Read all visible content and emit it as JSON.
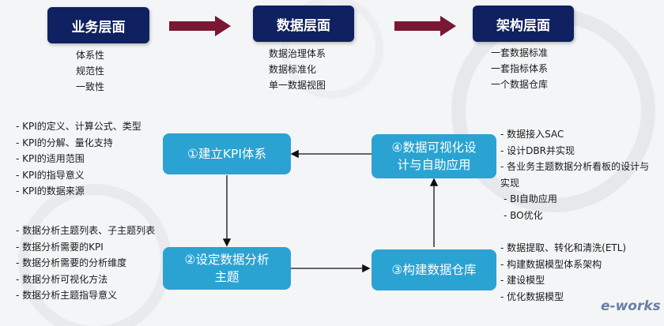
{
  "layers": [
    {
      "title": "业务层面",
      "items": [
        "体系性",
        "规范性",
        "一致性"
      ]
    },
    {
      "title": "数据层面",
      "items": [
        "数据治理体系",
        "数据标准化",
        "单一数据视图"
      ]
    },
    {
      "title": "架构层面",
      "items": [
        "一套数据标准",
        "一套指标体系",
        "一个数据仓库"
      ]
    }
  ],
  "steps": {
    "s1": {
      "label": "①建立KPI体系"
    },
    "s2": {
      "line1": "②设定数据分析",
      "line2": "主题"
    },
    "s3": {
      "label": "③构建数据仓库"
    },
    "s4": {
      "line1": "④数据可视化设",
      "line2": "计与自助应用"
    }
  },
  "bullets": {
    "s1": [
      "- KPI的定义、计算公式、类型",
      "- KPI的分解、量化支持",
      "- KPI的适用范围",
      "- KPI的指导意义",
      "- KPI的数据来源"
    ],
    "s2": [
      "- 数据分析主题列表、子主题列表",
      "- 数据分析需要的KPI",
      "- 数据分析需要的分析维度",
      "- 数据分析可视化方法",
      "- 数据分析主题指导意义"
    ],
    "s3": [
      "- 数据提取、转化和清洗(ETL)",
      "- 构建数据模型体系架构",
      "- 建设模型",
      "- 优化数据模型"
    ],
    "s4": [
      "- 数据接入SAC",
      "- 设计DBR并实现",
      "- 各业务主题数据分析看板的设计与实现",
      "- BI自助应用",
      "- BO优化"
    ]
  },
  "logo": {
    "text": "e-works"
  },
  "colors": {
    "layer_box": "#0f2160",
    "step_box": "#2ba3d2",
    "big_arrow": "#7a1733",
    "connector": "#111111"
  }
}
